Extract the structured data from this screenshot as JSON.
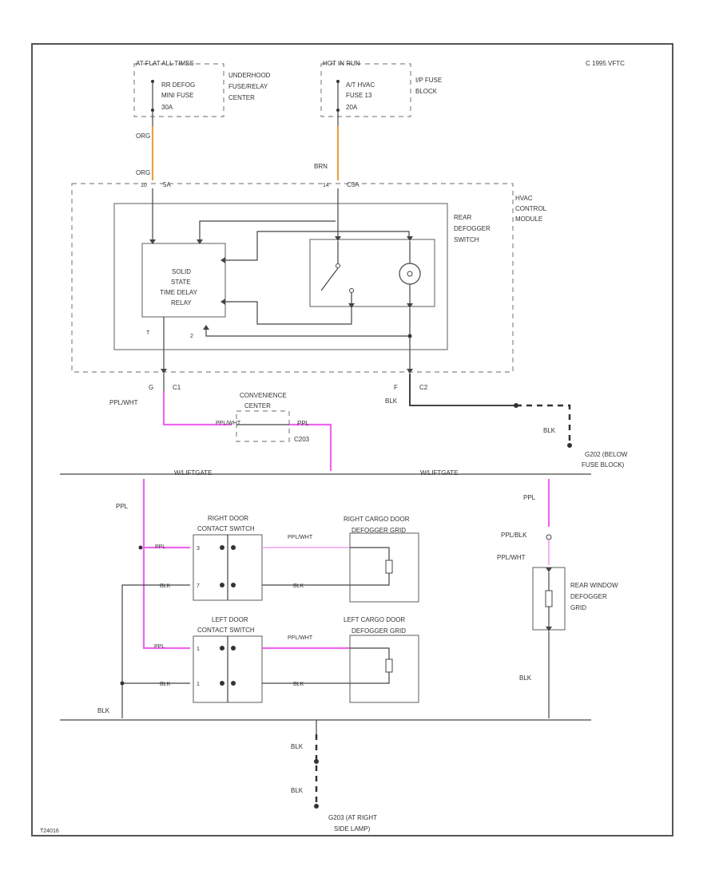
{
  "copyright": "C 1995 VFTC",
  "diagram_code": "T24016",
  "colors": {
    "ppl": "#ee66ee",
    "org": "#e8a040",
    "wire": "#444444"
  },
  "fuses": {
    "left": {
      "header": "AT FLAT ALL TIMES",
      "lines": [
        "RR DEFOG",
        "MINI FUSE",
        "30A"
      ],
      "location": [
        "UNDERHOOD",
        "FUSE/RELAY",
        "CENTER"
      ]
    },
    "right": {
      "header": "HOT IN RUN",
      "lines": [
        "A/T HVAC",
        "FUSE 13",
        "20A"
      ],
      "location": [
        "I/P FUSE",
        "BLOCK"
      ]
    }
  },
  "wires": {
    "org": "ORG",
    "brn": "BRN",
    "ppl_wht": "PPL/WHT",
    "blk": "BLK",
    "ppl": "PPL",
    "ppl_blk": "PPL/BLK",
    "ppl_wht2": "PPL/WHT",
    "blk2": "BLK"
  },
  "connectors": {
    "c5a": "5A",
    "c3a": "C5A",
    "c1": "C1",
    "c2": "C2",
    "c203": "C203",
    "pin_g": "G",
    "pin_f": "F",
    "pin_10": "10",
    "pin_14": "14",
    "pin_t": "T",
    "pin_2": "2"
  },
  "module": {
    "name": [
      "HVAC",
      "CONTROL",
      "MODULE"
    ],
    "switch": [
      "REAR",
      "DEFOGGER",
      "SWITCH"
    ],
    "relay": [
      "SOLID",
      "STATE",
      "TIME DELAY",
      "RELAY"
    ]
  },
  "convenience": [
    "CONVENIENCE",
    "CENTER"
  ],
  "splices": {
    "left": "W/LIFTGATE",
    "right": "W/LIFTGATE"
  },
  "grounds": {
    "g202": [
      "G202 (BELOW",
      "FUSE BLOCK)"
    ],
    "g203": [
      "G203 (AT RIGHT",
      "SIDE LAMP)"
    ]
  },
  "components": {
    "right_switch": [
      "RIGHT DOOR",
      "CONTACT SWITCH"
    ],
    "left_switch": [
      "LEFT DOOR",
      "CONTACT SWITCH"
    ],
    "right_grid": [
      "RIGHT CARGO DOOR",
      "DEFOGGER GRID"
    ],
    "left_grid": [
      "LEFT CARGO DOOR",
      "DEFOGGER GRID"
    ],
    "rear_grid": [
      "REAR WINDOW",
      "DEFOGGER",
      "GRID"
    ]
  }
}
